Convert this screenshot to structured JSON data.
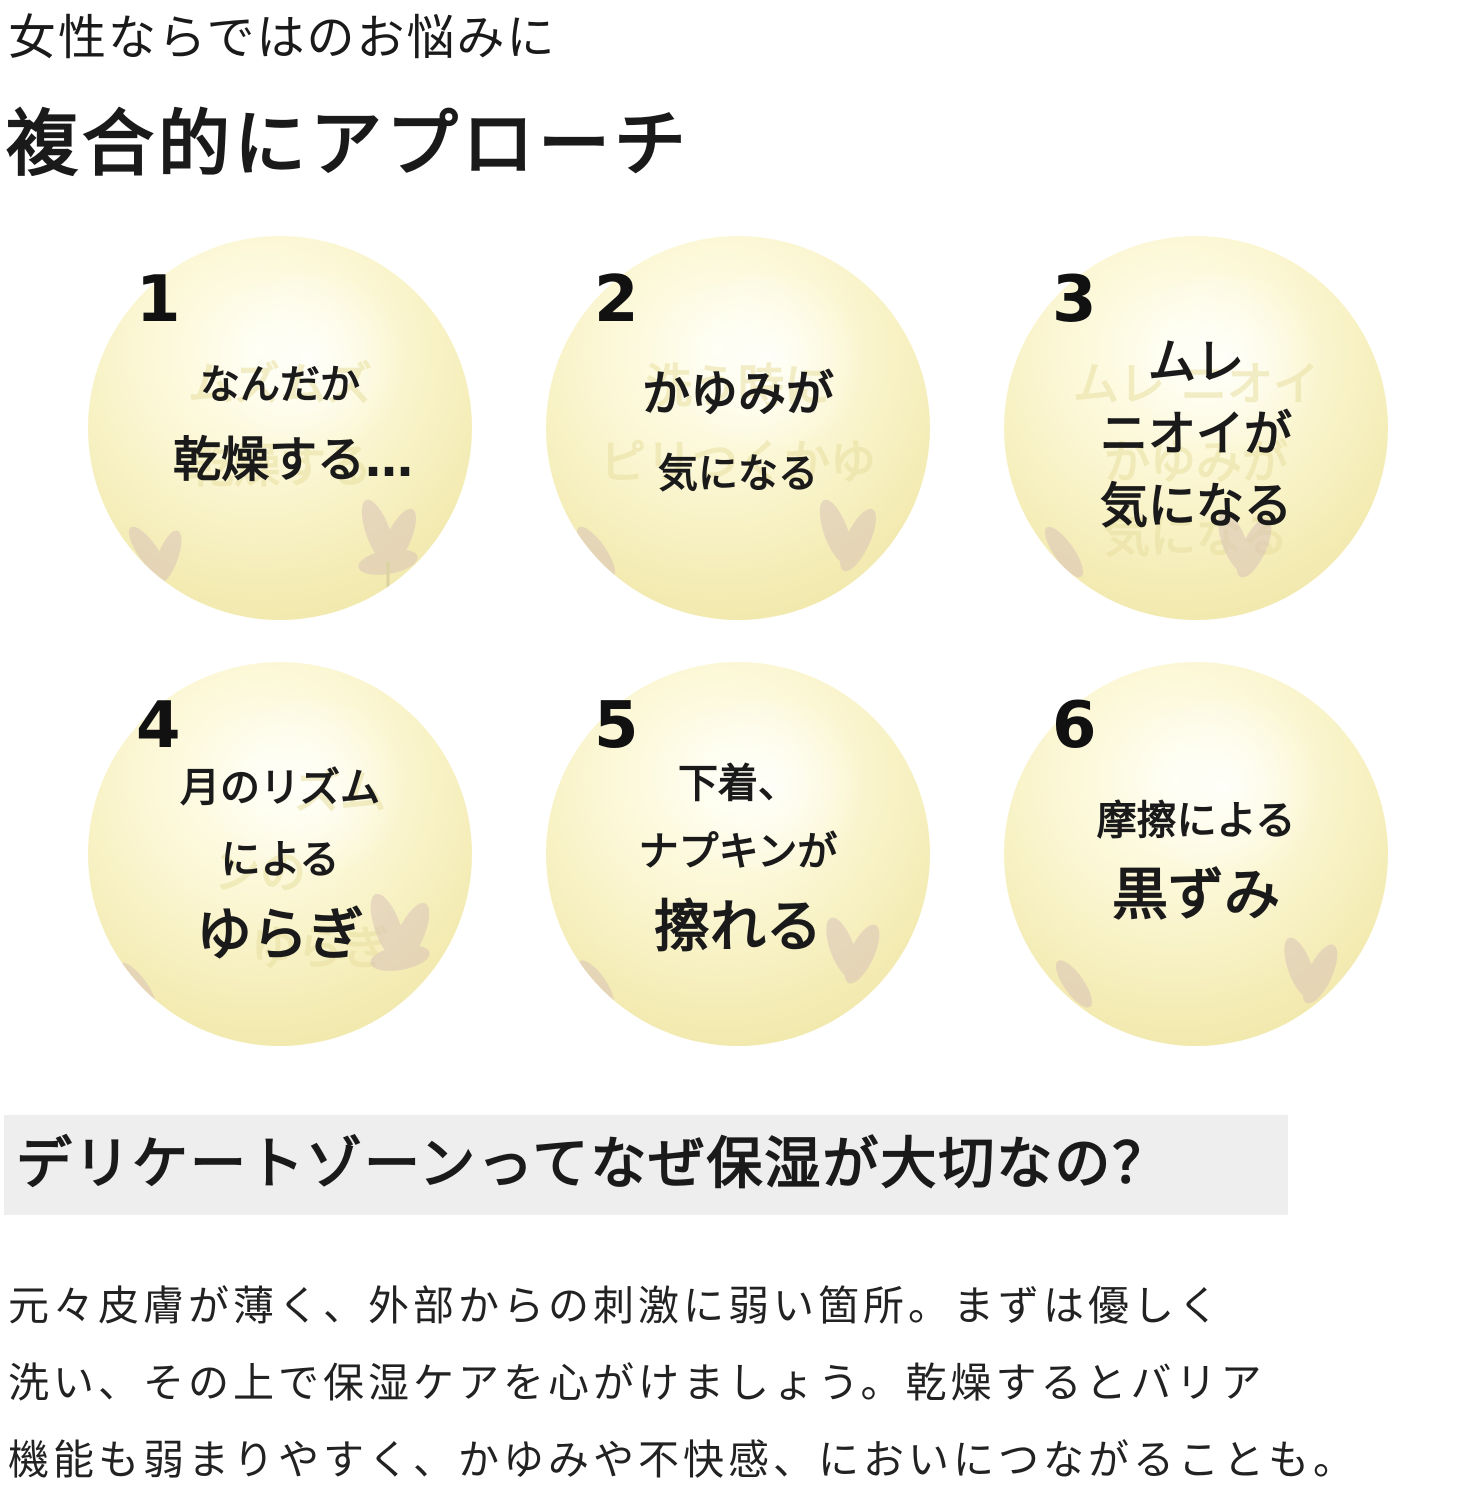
{
  "header": {
    "line1": "女性ならではのお悩みに",
    "line2": "複合的にアプローチ"
  },
  "concerns": [
    {
      "number": "1",
      "lines": [
        "なんだか",
        "乾燥する…"
      ],
      "ghost": [
        "ムズムズ",
        "乾燥する"
      ]
    },
    {
      "number": "2",
      "lines": [
        "かゆみが",
        "気になる"
      ],
      "ghost": [
        "洗う時に",
        "ピリつくかゆ"
      ]
    },
    {
      "number": "3",
      "lines": [
        "ムレ",
        "ニオイが",
        "気になる"
      ],
      "ghost": [
        "ムレ ニオイ",
        "かゆみが",
        "気になる"
      ]
    },
    {
      "number": "4",
      "lines": [
        "月のリズム",
        "による",
        "ゆらぎ"
      ],
      "ghost": [
        "ズム",
        "ンの",
        "ゆらぎ"
      ]
    },
    {
      "number": "5",
      "lines": [
        "下着、",
        "ナプキンが",
        "擦れる"
      ],
      "ghost": [],
      "tiny_suffix": "が"
    },
    {
      "number": "6",
      "lines": [
        "摩擦による",
        "黒ずみ"
      ],
      "ghost": []
    }
  ],
  "section": {
    "heading": "デリケートゾーンってなぜ保湿が大切なの？",
    "body_lines": [
      "元々皮膚が薄く、外部からの刺激に弱い箇所。まずは優しく",
      "洗い、その上で保湿ケアを心がけましょう。乾燥するとバリア",
      "機能も弱まりやすく、かゆみや不快感、においにつながることも。"
    ]
  }
}
